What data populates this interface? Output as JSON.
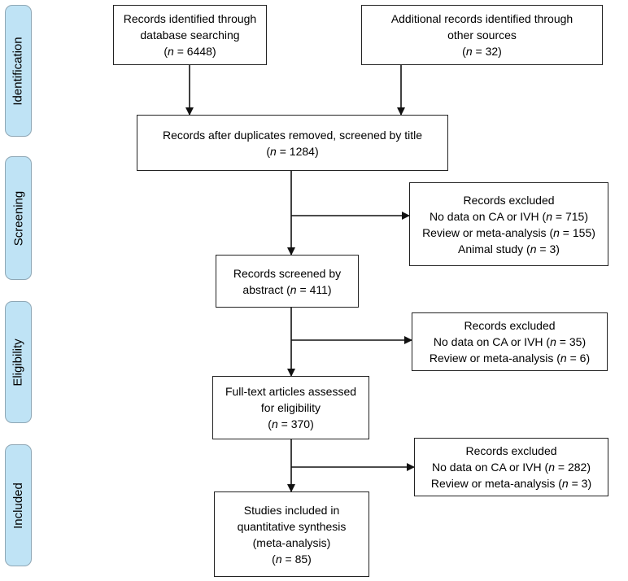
{
  "phases": {
    "identification": "Identification",
    "screening": "Screening",
    "eligibility": "Eligibility",
    "included": "Included"
  },
  "boxes": {
    "db_search": {
      "lines": [
        "Records identified through",
        "database searching"
      ],
      "n": "6448"
    },
    "other_sources": {
      "lines": [
        "Additional records identified through",
        "other sources"
      ],
      "n": "32"
    },
    "after_duplicates": {
      "lines": [
        "Records after duplicates removed, screened by title"
      ],
      "n": "1284"
    },
    "excluded_1": {
      "title": "Records excluded",
      "items": [
        {
          "label": "No data on CA or IVH",
          "n": "715"
        },
        {
          "label": "Review or meta-analysis",
          "n": "155"
        },
        {
          "label": "Animal study",
          "n": "3"
        }
      ]
    },
    "abstract": {
      "lines": [
        "Records screened by"
      ],
      "last_prefix": "abstract",
      "n": "411"
    },
    "excluded_2": {
      "title": "Records excluded",
      "items": [
        {
          "label": "No data on CA or IVH",
          "n": "35"
        },
        {
          "label": "Review or meta-analysis",
          "n": "6"
        }
      ]
    },
    "fulltext": {
      "lines": [
        "Full-text articles assessed",
        "for eligibility"
      ],
      "n": "370"
    },
    "excluded_3": {
      "title": "Records excluded",
      "items": [
        {
          "label": "No data on CA or IVH",
          "n": "282"
        },
        {
          "label": "Review or meta-analysis",
          "n": "3"
        }
      ]
    },
    "included": {
      "lines": [
        "Studies included in",
        "quantitative synthesis",
        "(meta-analysis)"
      ],
      "n": "85"
    }
  }
}
